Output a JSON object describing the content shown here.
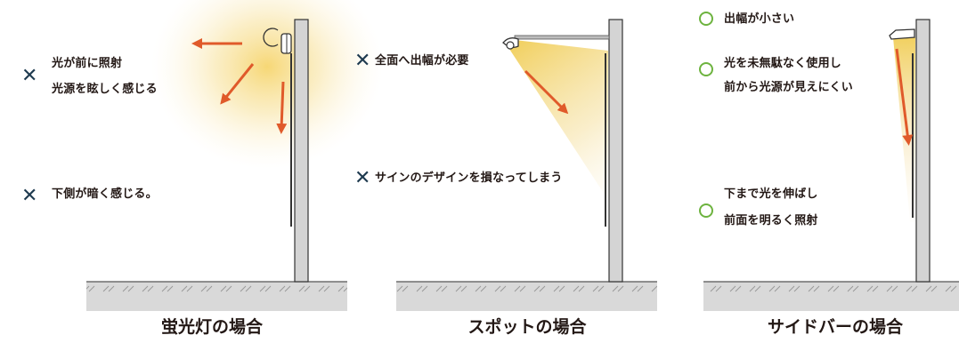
{
  "colors": {
    "arrow": "#e05a2a",
    "bad_mark": "#1e3a4f",
    "good_mark": "#6db33f",
    "ground": "#d9d9d9",
    "pole": "#d4d4d4",
    "glow": "#f5d77a"
  },
  "panels": [
    {
      "id": "fluorescent",
      "caption": "蛍光灯の場合",
      "notes": [
        {
          "mark": "cross",
          "lines": [
            "光が前に照射",
            "光源を眩しく感じる"
          ]
        },
        {
          "mark": "cross",
          "lines": [
            "下側が暗く感じる。"
          ]
        }
      ]
    },
    {
      "id": "spot",
      "caption": "スポットの場合",
      "notes": [
        {
          "mark": "cross",
          "lines": [
            "全面へ出幅が必要"
          ]
        },
        {
          "mark": "cross",
          "lines": [
            "サインのデザインを損なってしまう"
          ]
        }
      ]
    },
    {
      "id": "sidebar",
      "caption": "サイドバーの場合",
      "notes": [
        {
          "mark": "circle",
          "lines": [
            "出幅が小さい"
          ]
        },
        {
          "mark": "circle",
          "lines": [
            "光を未無駄なく使用し",
            "前から光源が見えにくい"
          ]
        },
        {
          "mark": "circle",
          "lines": [
            "下まで光を伸ばし",
            "前面を明るく照射"
          ]
        }
      ]
    }
  ]
}
